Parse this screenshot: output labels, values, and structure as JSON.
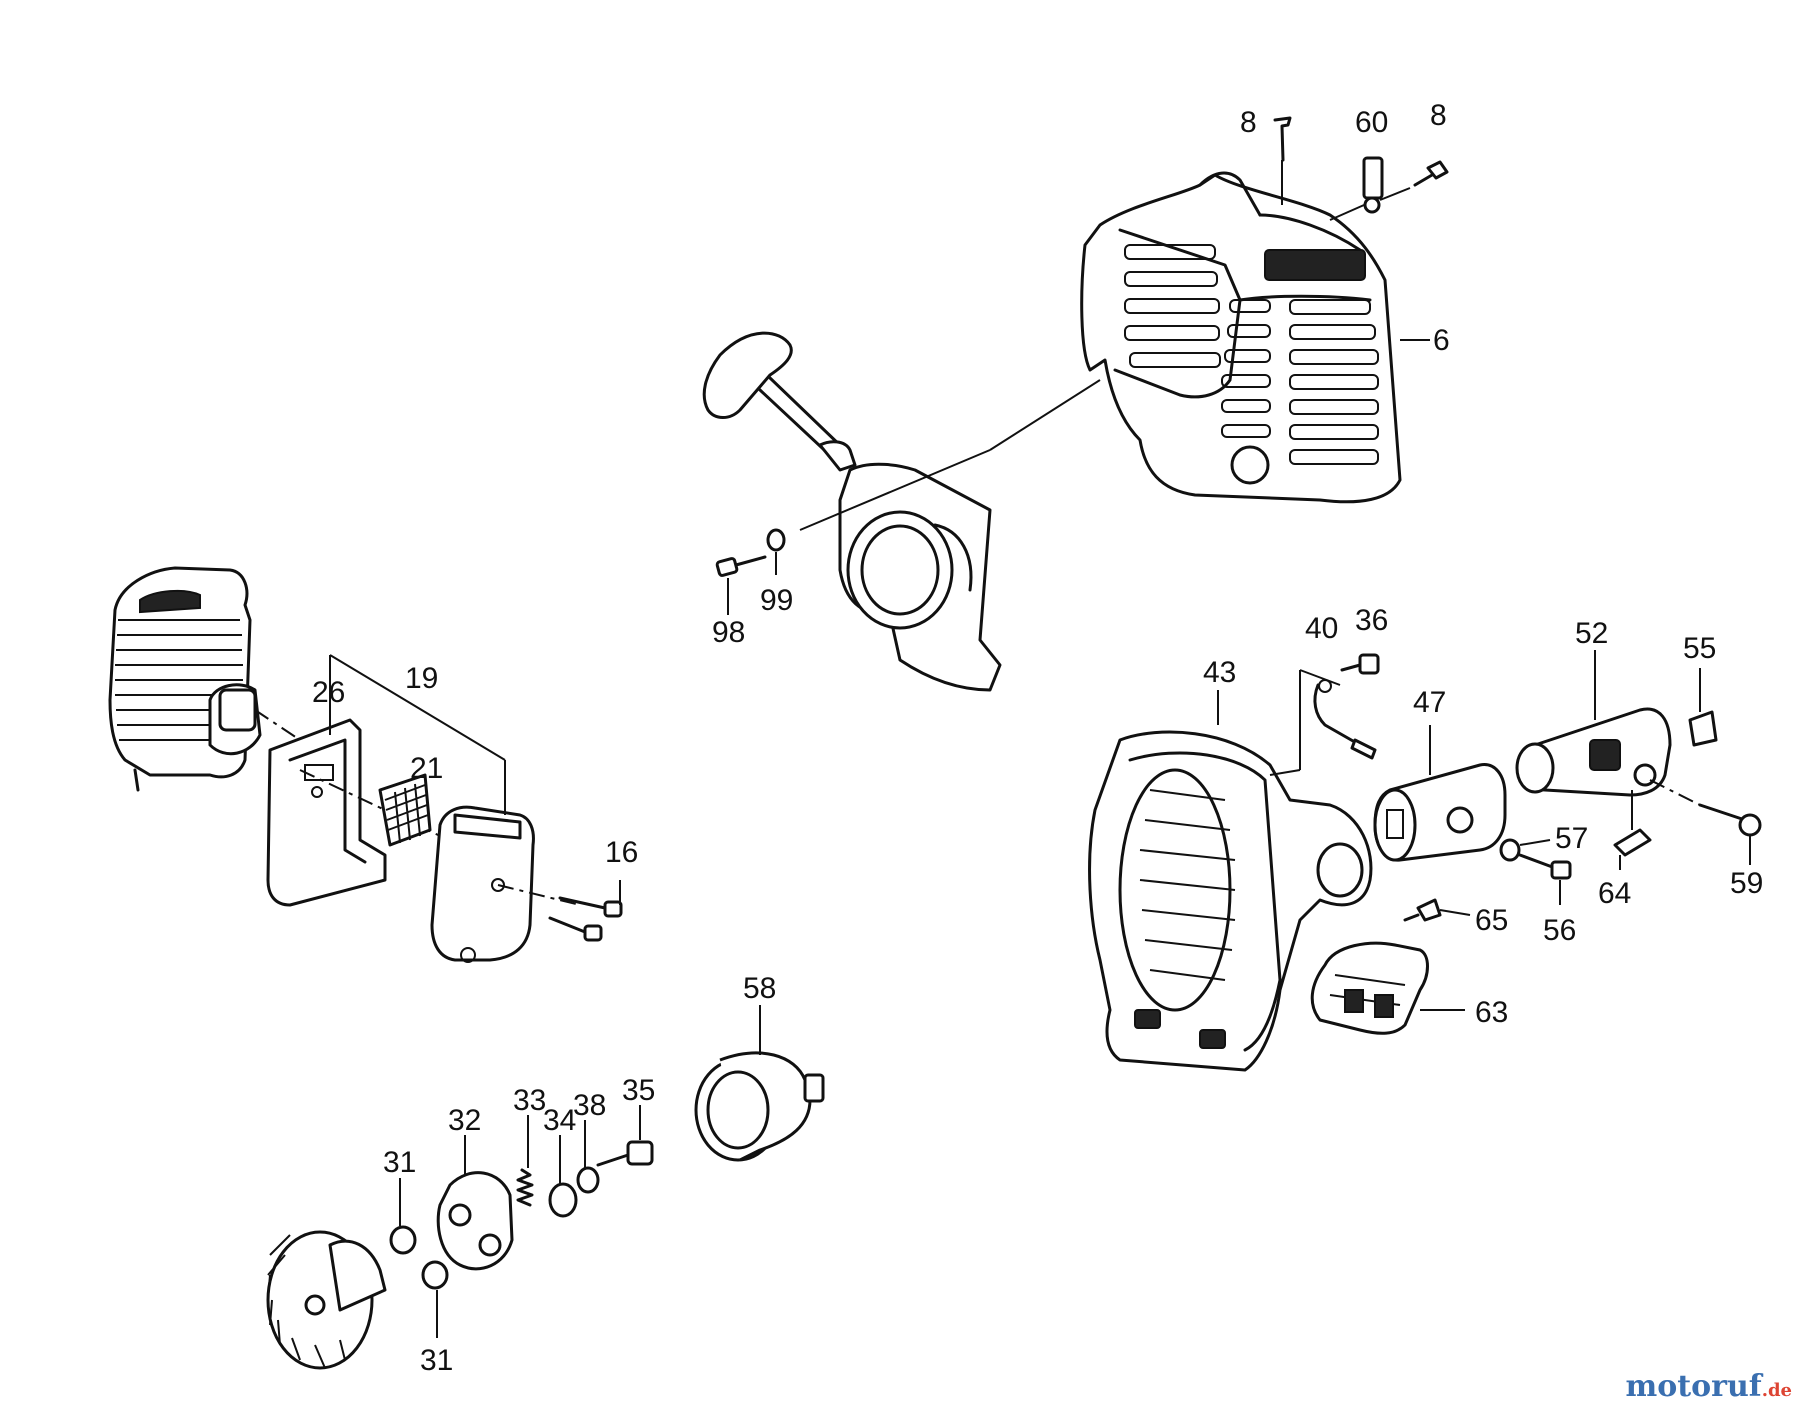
{
  "part_labels": {
    "p8a": "8",
    "p60": "60",
    "p8b": "8",
    "p6": "6",
    "p98": "98",
    "p99": "99",
    "p19": "19",
    "p26": "26",
    "p21": "21",
    "p16": "16",
    "p40": "40",
    "p36": "36",
    "p43": "43",
    "p47": "47",
    "p52": "52",
    "p55": "55",
    "p57": "57",
    "p64": "64",
    "p59": "59",
    "p56": "56",
    "p65": "65",
    "p63": "63",
    "p58": "58",
    "p33": "33",
    "p34": "34",
    "p38": "38",
    "p35": "35",
    "p32": "32",
    "p31a": "31",
    "p31b": "31"
  },
  "watermark": {
    "name": "motoruf",
    "tld": ".de",
    "color": "#3a6fb0"
  }
}
